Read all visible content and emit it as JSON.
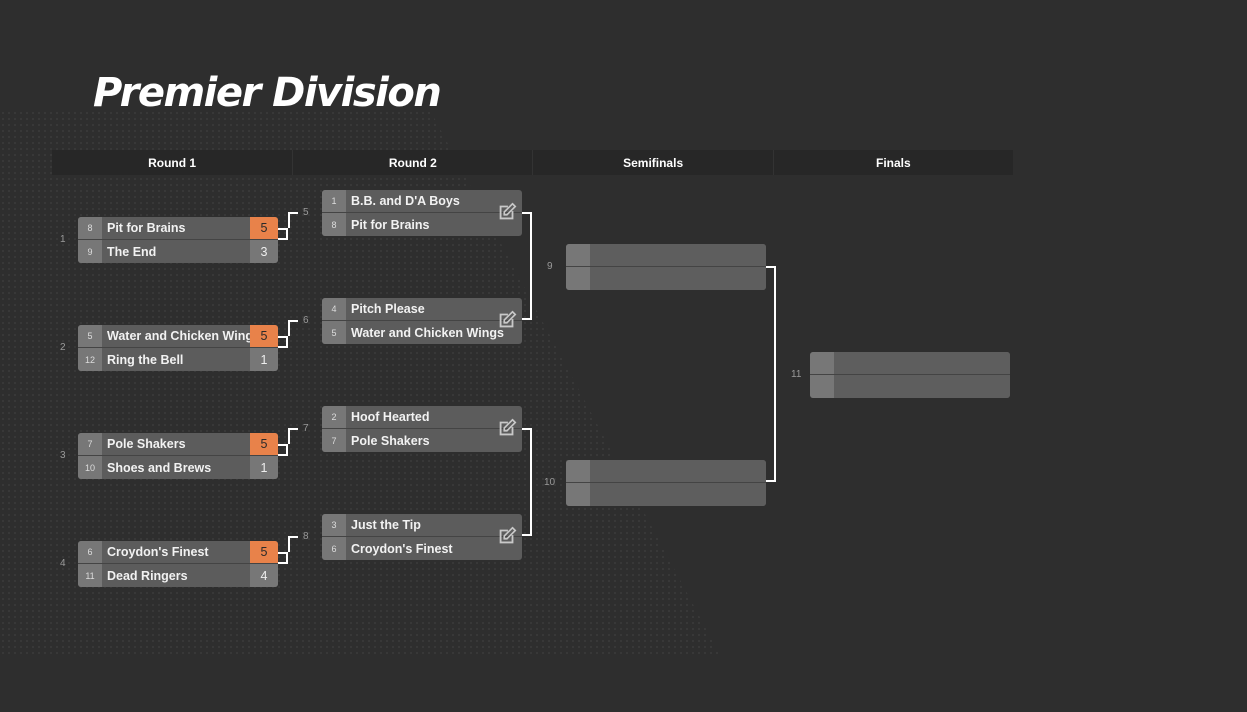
{
  "title": "Premier Division",
  "rounds": [
    "Round 1",
    "Round 2",
    "Semifinals",
    "Finals"
  ],
  "round1": [
    {
      "number": "1",
      "top": {
        "seed": "8",
        "name": "Pit for Brains",
        "score": "5"
      },
      "bottom": {
        "seed": "9",
        "name": "The End",
        "score": "3"
      }
    },
    {
      "number": "2",
      "top": {
        "seed": "5",
        "name": "Water and Chicken Wings",
        "score": "5"
      },
      "bottom": {
        "seed": "12",
        "name": "Ring the Bell",
        "score": "1"
      }
    },
    {
      "number": "3",
      "top": {
        "seed": "7",
        "name": "Pole Shakers",
        "score": "5"
      },
      "bottom": {
        "seed": "10",
        "name": "Shoes and Brews",
        "score": "1"
      }
    },
    {
      "number": "4",
      "top": {
        "seed": "6",
        "name": "Croydon's Finest",
        "score": "5"
      },
      "bottom": {
        "seed": "11",
        "name": "Dead Ringers",
        "score": "4"
      }
    }
  ],
  "round2": [
    {
      "number": "5",
      "top": {
        "seed": "1",
        "name": "B.B. and D'A Boys"
      },
      "bottom": {
        "seed": "8",
        "name": "Pit for Brains"
      }
    },
    {
      "number": "6",
      "top": {
        "seed": "4",
        "name": "Pitch Please"
      },
      "bottom": {
        "seed": "5",
        "name": "Water and Chicken Wings"
      }
    },
    {
      "number": "7",
      "top": {
        "seed": "2",
        "name": "Hoof Hearted"
      },
      "bottom": {
        "seed": "7",
        "name": "Pole Shakers"
      }
    },
    {
      "number": "8",
      "top": {
        "seed": "3",
        "name": "Just the Tip"
      },
      "bottom": {
        "seed": "6",
        "name": "Croydon's Finest"
      }
    }
  ],
  "semifinals": [
    {
      "number": "9"
    },
    {
      "number": "10"
    }
  ],
  "finals": [
    {
      "number": "11"
    }
  ],
  "icons": {
    "edit": "edit-icon"
  },
  "colors": {
    "accent": "#e8824a",
    "background": "#2e2e2e",
    "match_row": "#5c5c5c",
    "seed_cell": "#777777"
  }
}
